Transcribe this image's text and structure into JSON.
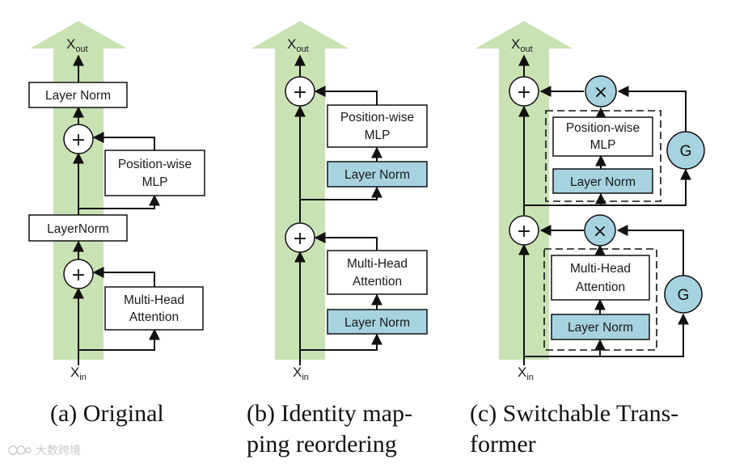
{
  "colors": {
    "highway": "#c9e2b4",
    "norm_fill": "#a7d3e1",
    "gate_fill": "#a7d3e1",
    "line": "#111111"
  },
  "symbols": {
    "add": "+",
    "multiply": "×",
    "gate": "G"
  },
  "io": {
    "out": "X",
    "out_sub": "out",
    "in": "X",
    "in_sub": "in"
  },
  "panels": {
    "a": {
      "caption_lines": [
        "(a) Original"
      ],
      "layer_norm_top": "Layer Norm",
      "mlp": [
        "Position-wise",
        "MLP"
      ],
      "layernorm_mid": "LayerNorm",
      "attention": [
        "Multi-Head",
        "Attention"
      ]
    },
    "b": {
      "caption_lines": [
        "(b) Identity map-",
        "ping reordering"
      ],
      "mlp": [
        "Position-wise",
        "MLP"
      ],
      "norm_top": "Layer Norm",
      "attention": [
        "Multi-Head",
        "Attention"
      ],
      "norm_bottom": "Layer Norm"
    },
    "c": {
      "caption_lines": [
        "(c) Switchable Trans-",
        "former"
      ],
      "mlp": [
        "Position-wise",
        "MLP"
      ],
      "norm_top": "Layer Norm",
      "attention": [
        "Multi-Head",
        "Attention"
      ],
      "norm_bottom": "Layer Norm"
    }
  },
  "watermark": "大数跨境"
}
